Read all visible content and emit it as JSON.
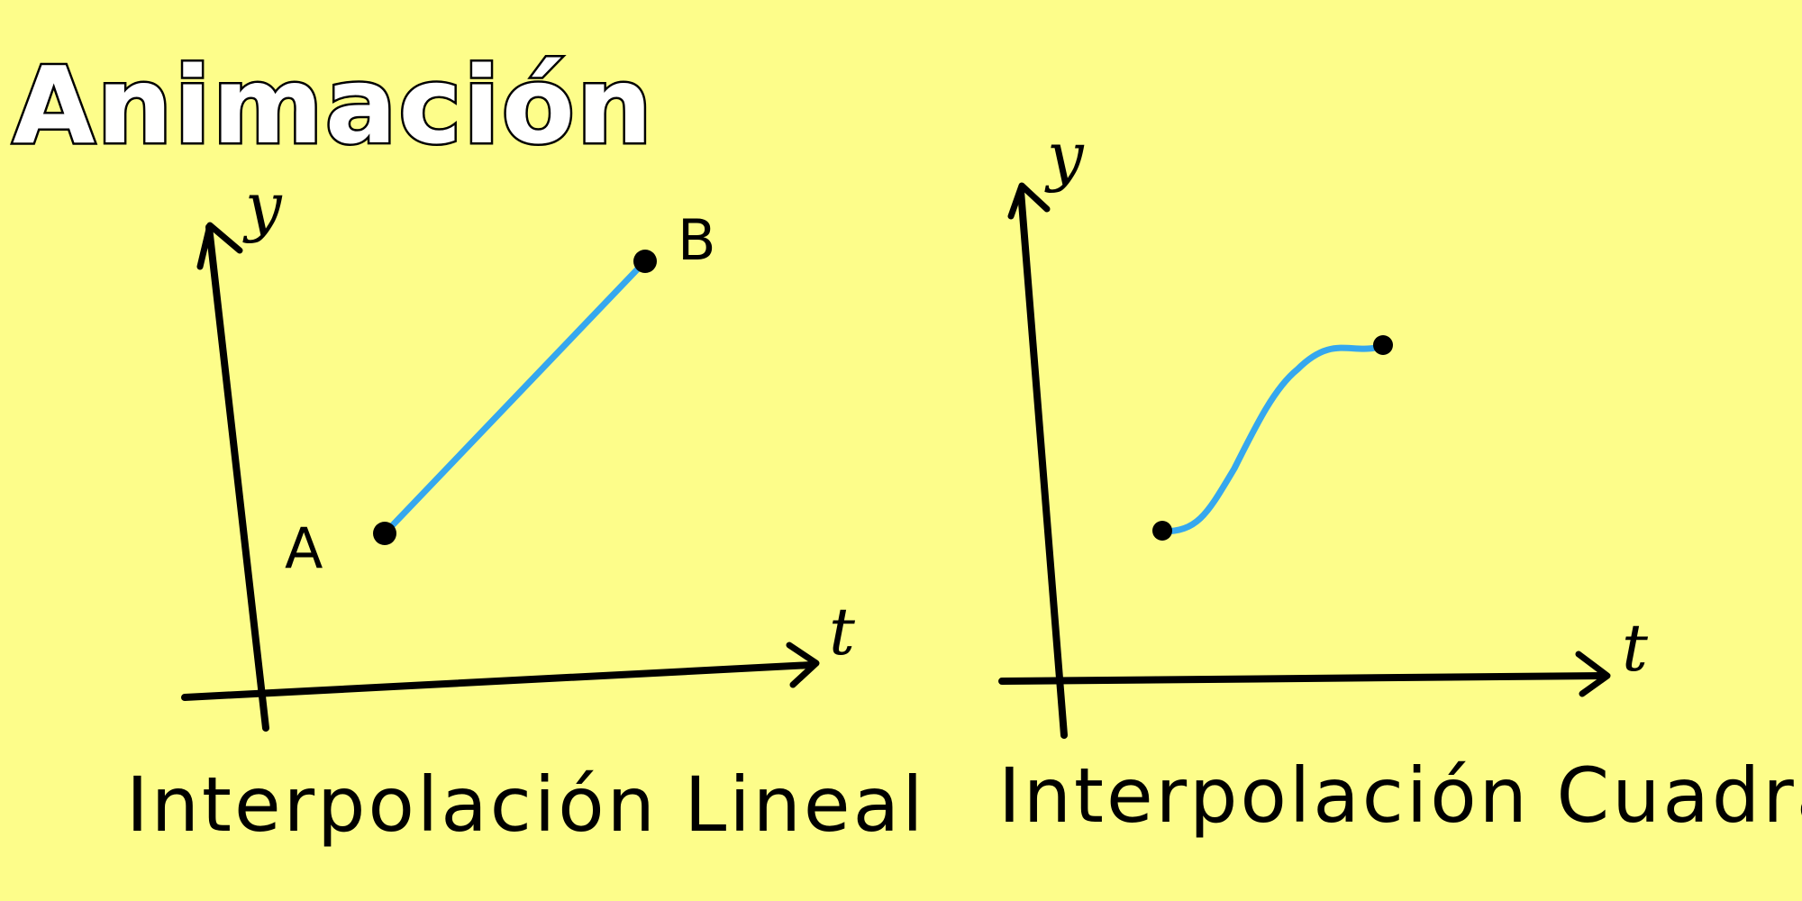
{
  "title": "Animación",
  "colors": {
    "background": "#fdfd8a",
    "curve": "#35a7ee",
    "ink": "#000000"
  },
  "panels": [
    {
      "caption": "Interpolación Lineal",
      "x_axis_label": "t",
      "y_axis_label": "y",
      "start_label": "A",
      "end_label": "B",
      "curve_type": "linear"
    },
    {
      "caption": "Interpolación Cuadrática",
      "x_axis_label": "t",
      "y_axis_label": "y",
      "curve_type": "quadratic"
    }
  ]
}
